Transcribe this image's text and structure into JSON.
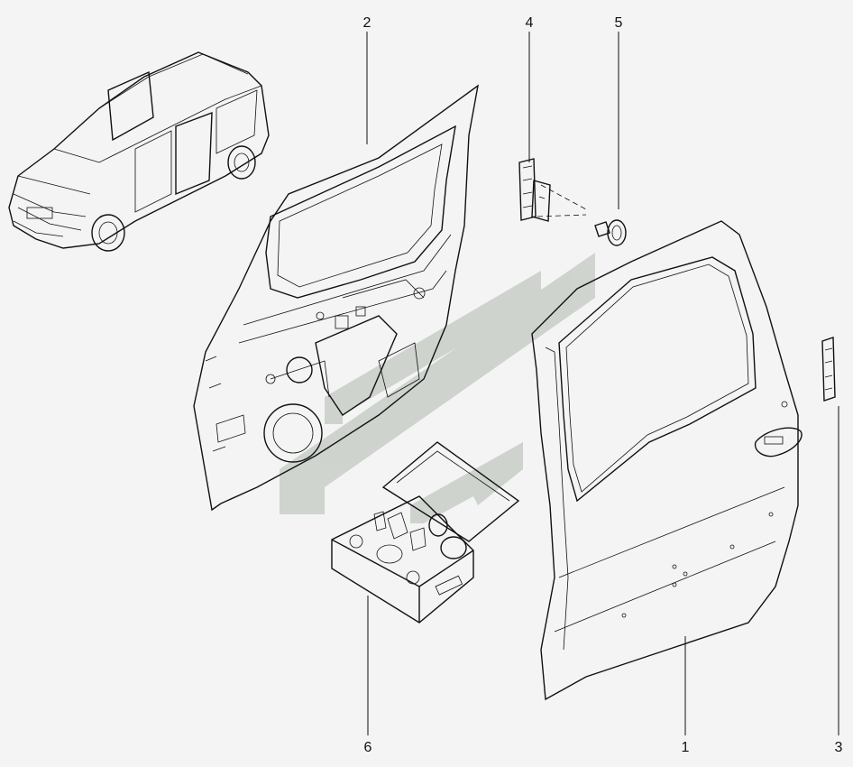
{
  "diagram": {
    "background_color": "#f4f4f4",
    "watermark_color": "#c8cec8",
    "callouts": [
      {
        "id": "1",
        "label": "1"
      },
      {
        "id": "2",
        "label": "2"
      },
      {
        "id": "3",
        "label": "3"
      },
      {
        "id": "4",
        "label": "4"
      },
      {
        "id": "5",
        "label": "5"
      },
      {
        "id": "6",
        "label": "6"
      }
    ],
    "parts": [
      {
        "name": "vehicle-overview"
      },
      {
        "name": "door-inner-panel"
      },
      {
        "name": "door-outer-panel"
      },
      {
        "name": "door-hinge-upper"
      },
      {
        "name": "door-hinge-lower"
      },
      {
        "name": "clip-fastener"
      },
      {
        "name": "repair-kit-box"
      }
    ]
  }
}
